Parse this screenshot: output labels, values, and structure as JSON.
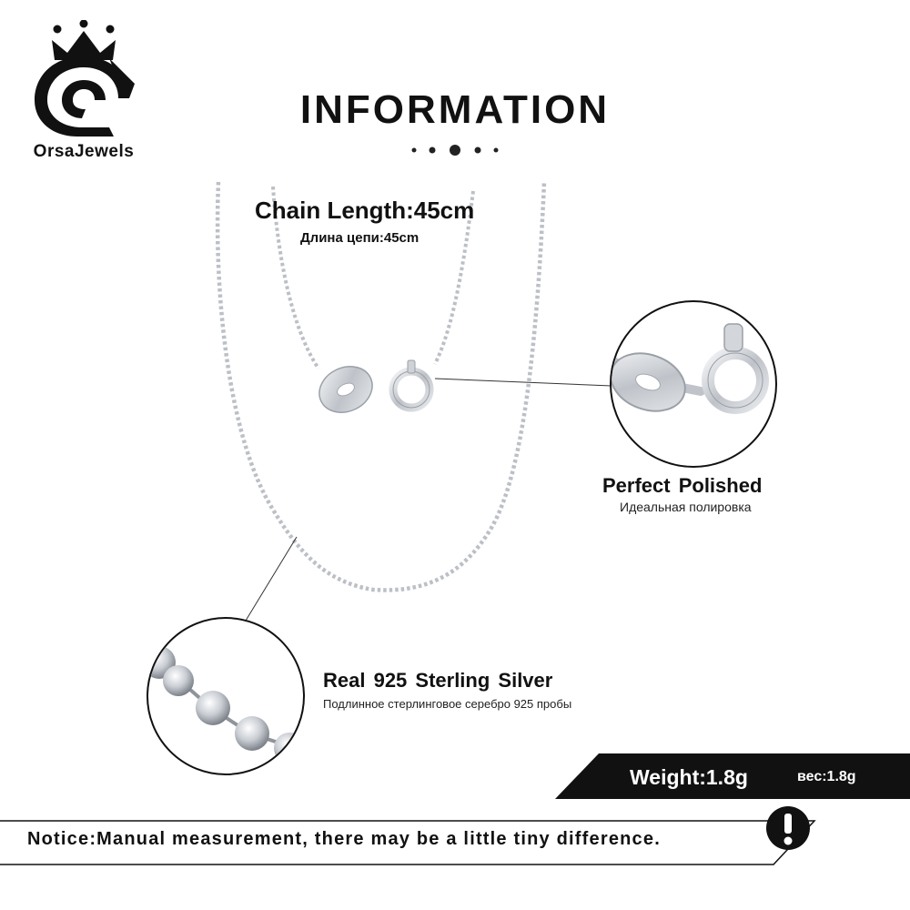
{
  "brand": {
    "name": "OrsaJewels",
    "logo_icon": "crown-o-logo-icon"
  },
  "header": {
    "title": "INFORMATION"
  },
  "specs": {
    "chain_length": "Chain Length:45cm",
    "chain_length_ru": "Длина цепи:45cm",
    "polished_title": "Perfect  Polished",
    "polished_ru": "Идеальная полировка",
    "silver_title": "Real 925  Sterling  Silver",
    "silver_ru": "Подлинное стерлинговое серебро 925 пробы",
    "weight": "Weight:1.8g",
    "weight_ru": "вес:1.8g"
  },
  "notice": {
    "text": "Notice:Manual measurement, there may be a little tiny difference.",
    "icon": "exclamation-icon"
  },
  "colors": {
    "text": "#111111",
    "banner": "#111111",
    "silver": "#c8ccd2"
  }
}
